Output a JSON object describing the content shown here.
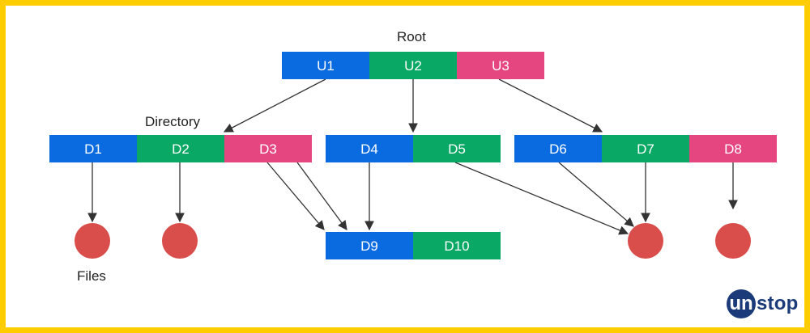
{
  "labels": {
    "root": "Root",
    "directory": "Directory",
    "files": "Files"
  },
  "colors": {
    "blue": "#0A6BE0",
    "green": "#0AA865",
    "pink": "#E5467F",
    "file_node": "#D94D4A",
    "arrow": "#333333",
    "border": "#FFCC00",
    "brand": "#1B3A7A"
  },
  "rows": [
    {
      "id": "root",
      "cells": [
        {
          "label": "U1",
          "color": "blue"
        },
        {
          "label": "U2",
          "color": "green"
        },
        {
          "label": "U3",
          "color": "pink"
        }
      ]
    },
    {
      "id": "d-left",
      "cells": [
        {
          "label": "D1",
          "color": "blue"
        },
        {
          "label": "D2",
          "color": "green"
        },
        {
          "label": "D3",
          "color": "pink"
        }
      ]
    },
    {
      "id": "d-mid",
      "cells": [
        {
          "label": "D4",
          "color": "blue"
        },
        {
          "label": "D5",
          "color": "green"
        }
      ]
    },
    {
      "id": "d-right",
      "cells": [
        {
          "label": "D6",
          "color": "blue"
        },
        {
          "label": "D7",
          "color": "green"
        },
        {
          "label": "D8",
          "color": "pink"
        }
      ]
    },
    {
      "id": "d-bottom",
      "cells": [
        {
          "label": "D9",
          "color": "blue"
        },
        {
          "label": "D10",
          "color": "green"
        }
      ]
    }
  ],
  "logo": {
    "mark": "un",
    "rest": "stop"
  }
}
